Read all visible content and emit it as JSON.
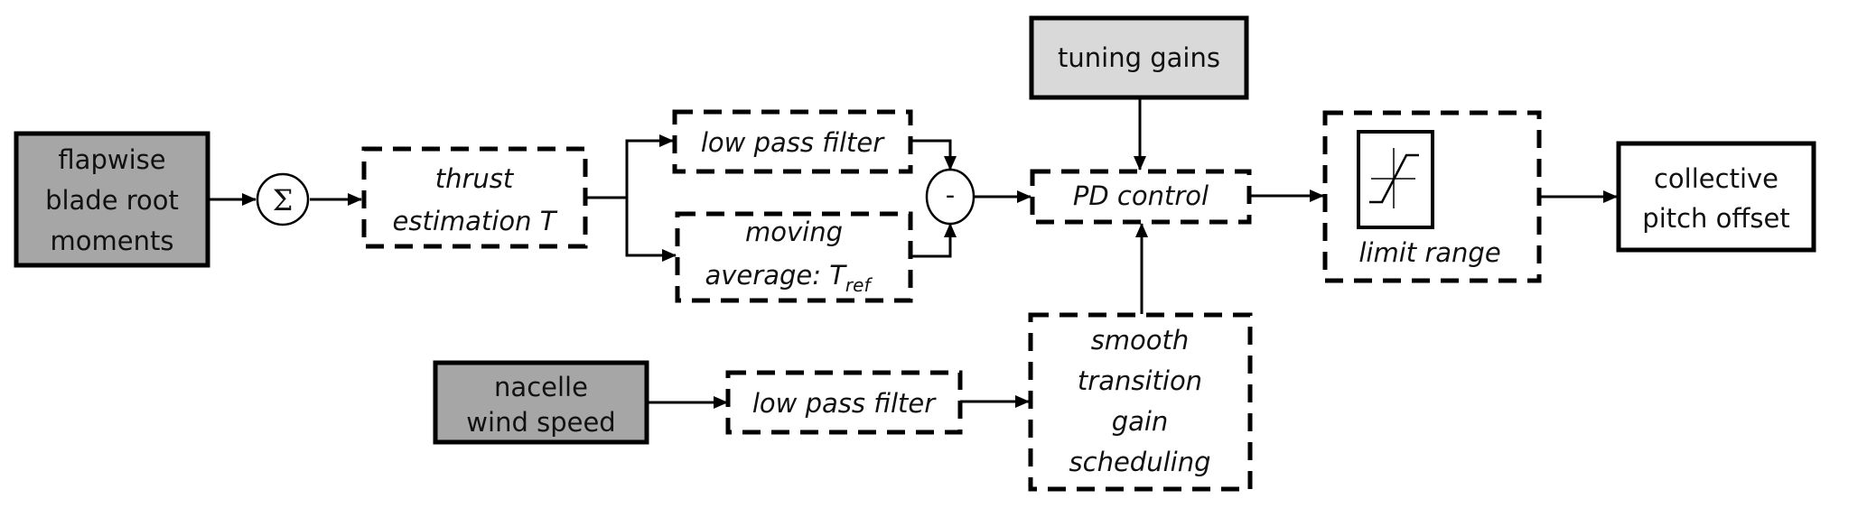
{
  "diagram": {
    "type": "block-diagram",
    "blocks": {
      "flapwise": {
        "lines": [
          "flapwise",
          "blade root",
          "moments"
        ],
        "style": "input",
        "fill": "#a6a6a6"
      },
      "sum": {
        "symbol": "Σ"
      },
      "thrust": {
        "lines": [
          "thrust",
          "estimation T"
        ],
        "style": "process"
      },
      "lpf_top": {
        "lines": [
          "low pass filter"
        ],
        "style": "process"
      },
      "moving_avg": {
        "lines": [
          "moving",
          "average: T"
        ],
        "subscript": "ref",
        "style": "process"
      },
      "diff": {
        "symbol": "-"
      },
      "tuning": {
        "lines": [
          "tuning gains"
        ],
        "style": "input",
        "fill": "#d9d9d9"
      },
      "pd": {
        "lines": [
          "PD control"
        ],
        "style": "process"
      },
      "limit": {
        "lines": [
          "limit range"
        ],
        "style": "process",
        "icon": "saturation-icon"
      },
      "output": {
        "lines": [
          "collective",
          "pitch offset"
        ],
        "style": "output",
        "fill": "#ffffff"
      },
      "nacelle": {
        "lines": [
          "nacelle",
          "wind speed"
        ],
        "style": "input",
        "fill": "#a6a6a6"
      },
      "lpf_bottom": {
        "lines": [
          "low pass filter"
        ],
        "style": "process"
      },
      "gain_sched": {
        "lines": [
          "smooth",
          "transition",
          "gain",
          "scheduling"
        ],
        "style": "process"
      }
    },
    "edges": [
      [
        "flapwise",
        "sum"
      ],
      [
        "sum",
        "thrust"
      ],
      [
        "thrust",
        "lpf_top"
      ],
      [
        "thrust",
        "moving_avg"
      ],
      [
        "lpf_top",
        "diff"
      ],
      [
        "moving_avg",
        "diff"
      ],
      [
        "diff",
        "pd"
      ],
      [
        "tuning",
        "pd"
      ],
      [
        "pd",
        "limit"
      ],
      [
        "limit",
        "output"
      ],
      [
        "nacelle",
        "lpf_bottom"
      ],
      [
        "lpf_bottom",
        "gain_sched"
      ],
      [
        "gain_sched",
        "pd"
      ]
    ]
  }
}
